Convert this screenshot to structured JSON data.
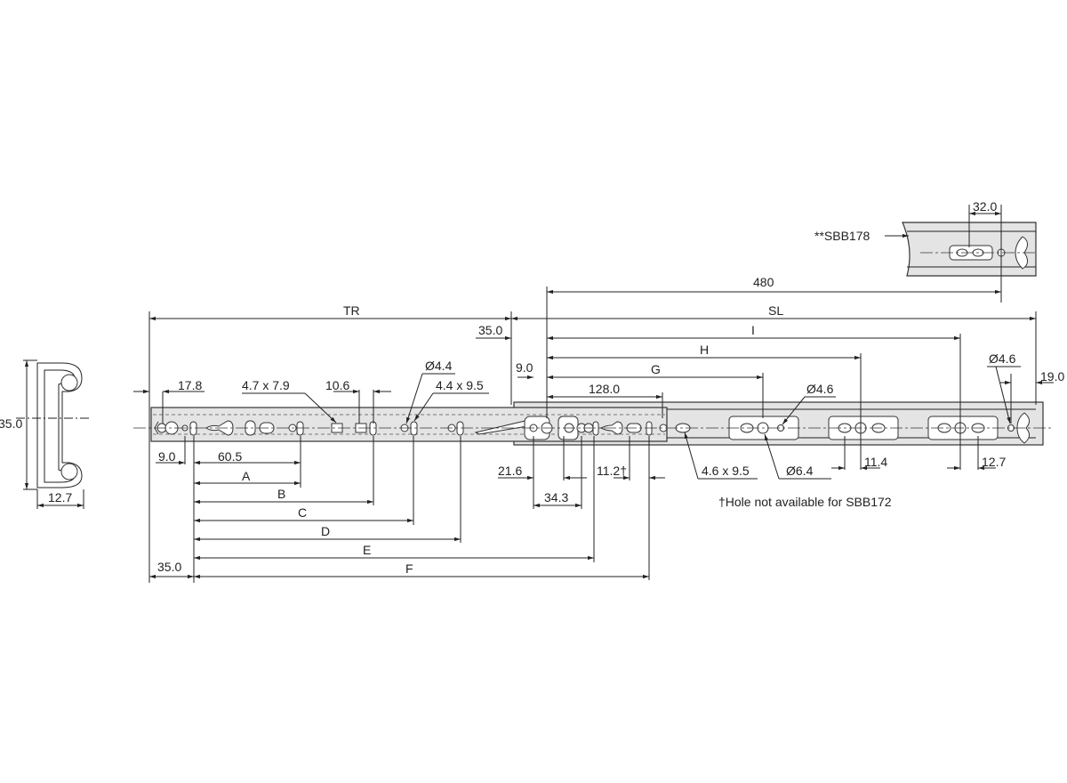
{
  "cross_section": {
    "height": "35.0",
    "width": "12.7"
  },
  "detail": {
    "label": "**SBB178",
    "spacing": "32.0"
  },
  "top_dims": {
    "overall": "480",
    "TR": "TR",
    "SL": "SL",
    "I": "I",
    "H": "H",
    "G": "G",
    "spacing_128": "128.0",
    "offset_35": "35.0",
    "offset_9": "9.0"
  },
  "inner_rail_labels": {
    "d17_8": "17.8",
    "slot_4_7x7_9": "4.7 x 7.9",
    "d10_6": "10.6",
    "hole_4_4": "Ø4.4",
    "slot_4_4x9_5": "4.4 x 9.5"
  },
  "outer_rail_labels": {
    "hole_4_6_mid": "Ø4.6",
    "hole_4_6_end": "Ø4.6",
    "end_19_0": "19.0",
    "slot_4_6x9_5": "4.6 x 9.5",
    "hole_6_4": "Ø6.4",
    "d11_4": "11.4",
    "d12_7": "12.7",
    "d21_6": "21.6",
    "d34_3": "34.3",
    "d11_2": "11.2†"
  },
  "bottom_dims": {
    "d9_0": "9.0",
    "d60_5": "60.5",
    "A": "A",
    "B": "B",
    "C": "C",
    "D": "D",
    "E": "E",
    "F": "F",
    "d35_0": "35.0"
  },
  "note": "†Hole not available for SBB172"
}
